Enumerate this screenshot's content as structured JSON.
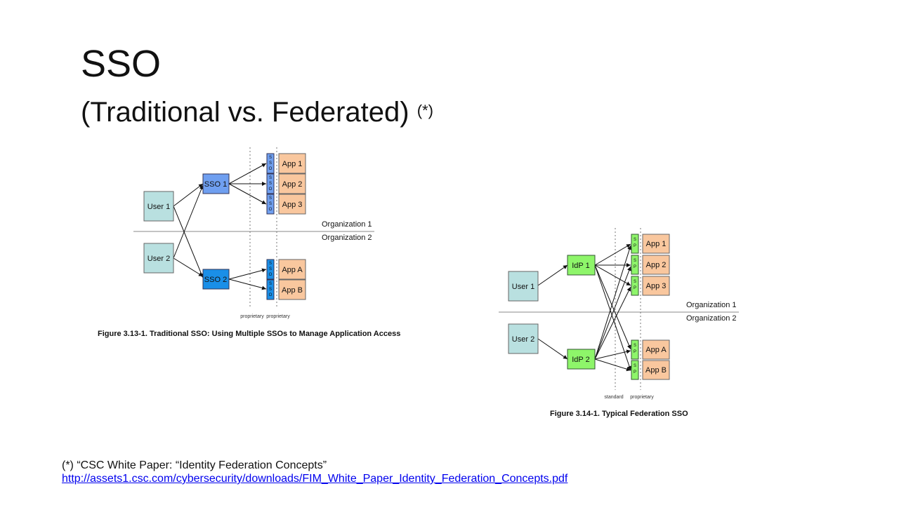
{
  "slide": {
    "title": "SSO",
    "subtitle": "(Traditional vs. Federated)",
    "subtitle_mark": "(*)"
  },
  "diagram1": {
    "users": [
      "User 1",
      "User 2"
    ],
    "sso_servers": [
      "SSO 1",
      "SSO 2"
    ],
    "apps_org1": [
      "App 1",
      "App 2",
      "App 3"
    ],
    "apps_org2": [
      "App A",
      "App B"
    ],
    "agent_label": [
      "S",
      "S",
      "O"
    ],
    "org1": "Organization 1",
    "org2": "Organization 2",
    "protocol_left": "proprietary",
    "protocol_right": "proprietary",
    "caption": "Figure 3.13-1. Traditional SSO: Using Multiple SSOs to Manage Application Access"
  },
  "diagram2": {
    "users": [
      "User 1",
      "User 2"
    ],
    "idps": [
      "IdP 1",
      "IdP 2"
    ],
    "apps_org1": [
      "App 1",
      "App 2",
      "App 3"
    ],
    "apps_org2": [
      "App A",
      "App B"
    ],
    "agent_label": [
      "S",
      "P"
    ],
    "org1": "Organization 1",
    "org2": "Organization 2",
    "protocol_left": "standard",
    "protocol_right": "proprietary",
    "caption": "Figure 3.14-1. Typical Federation SSO"
  },
  "footnote": {
    "text": "(*) “CSC White Paper: “Identity Federation Concepts”",
    "url": "http://assets1.csc.com/cybersecurity/downloads/FIM_White_Paper_Identity_Federation_Concepts.pdf"
  },
  "colors": {
    "user_box": "#b9e0e0",
    "sso1_box": "#6f9ff0",
    "sso2_box": "#1a8fe8",
    "idp_box": "#8ef56a",
    "app_box": "#f9c79e",
    "agent_sso": "#6f9ff0",
    "agent_sp": "#8ef56a"
  }
}
